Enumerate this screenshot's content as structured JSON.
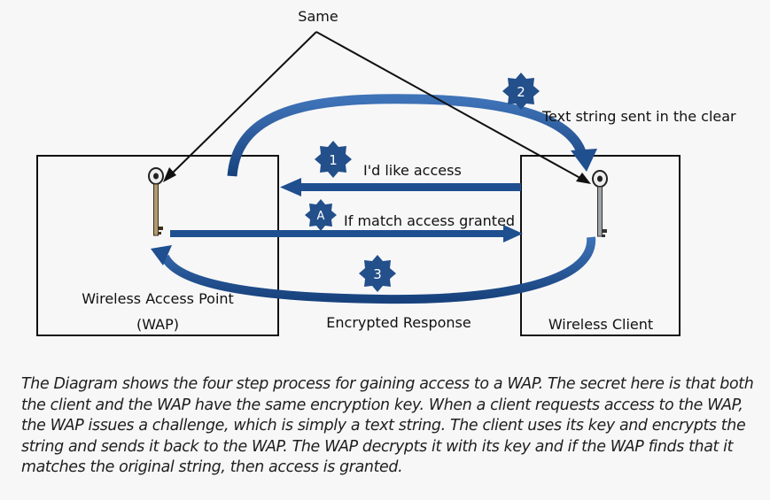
{
  "diagram": {
    "top_label": "Same",
    "wap_box": {
      "line1": "Wireless Access Point",
      "line2": "(WAP)"
    },
    "client_box": {
      "label": "Wireless Client"
    },
    "steps": [
      {
        "badge": "1",
        "text": "I'd like access"
      },
      {
        "badge": "2",
        "text": "Text string sent in the clear"
      },
      {
        "badge": "3",
        "text": "Encrypted Response"
      },
      {
        "badge": "A",
        "text": "If match access granted"
      }
    ],
    "colors": {
      "arrow_blue": "#1f4f8f",
      "badge_blue": "#234f8a"
    },
    "icons": [
      "key-icon",
      "key-icon"
    ]
  },
  "caption": "The Diagram shows the four step process for gaining access to a WAP. The secret here is that both the client and the WAP have the same encryption key. When a client requests access to the WAP, the WAP issues a challenge, which is simply a text string. The client uses its key and encrypts the string and sends it back to the WAP. The WAP decrypts it with its key and if the WAP finds that it matches the original string, then access is granted."
}
